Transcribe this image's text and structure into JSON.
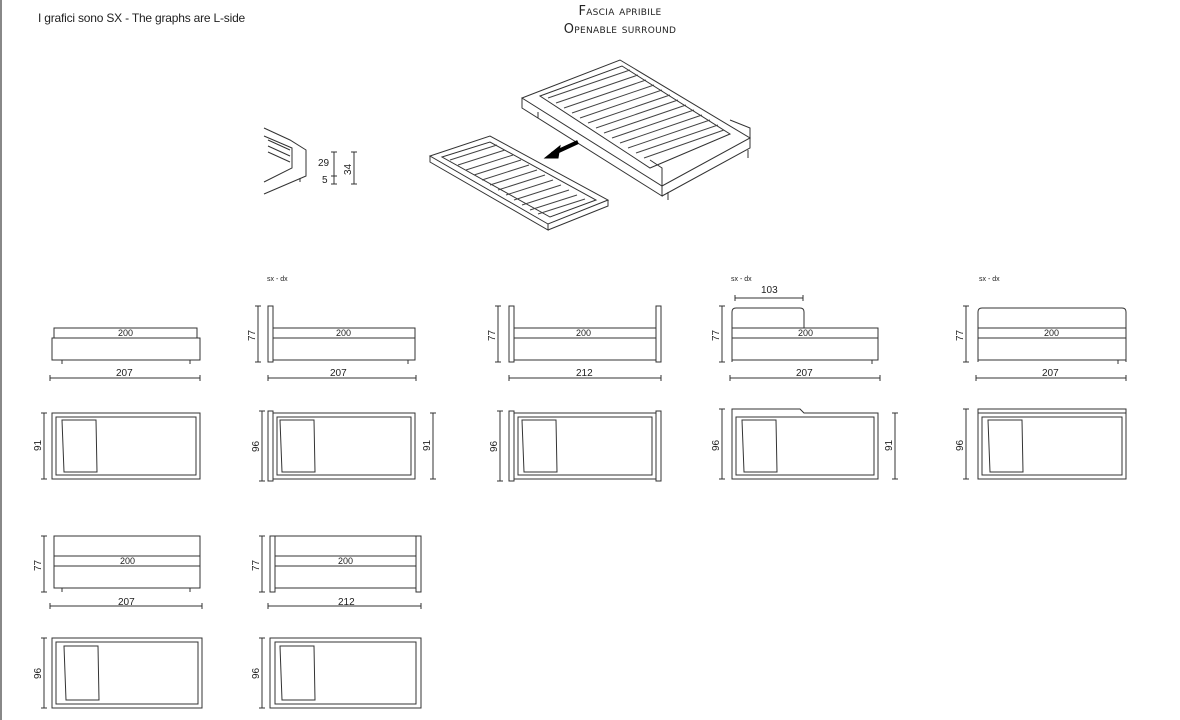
{
  "header": {
    "note": "I grafici sono SX  -  The graphs are L-side",
    "title_it": "Fascia apribile",
    "title_en": "Openable surround"
  },
  "detail": {
    "dims": [
      "29",
      "5",
      "34"
    ]
  },
  "sx_dx": "sx - dx",
  "dims": {
    "w200": "200",
    "w207": "207",
    "w212": "212",
    "w103": "103",
    "h77": "77",
    "d91": "91",
    "d96": "96"
  }
}
